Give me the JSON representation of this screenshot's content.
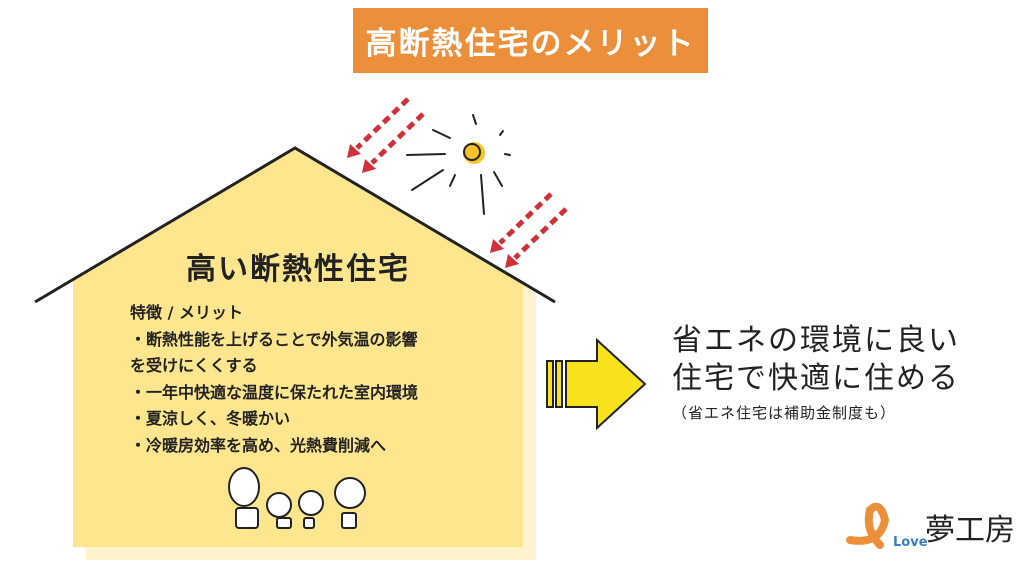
{
  "title": "高断熱住宅のメリット",
  "house": {
    "title": "高い断熱性住宅",
    "features_heading": "特徴 / メリット",
    "features": [
      "・断熱性能を上げることで外気温の影響",
      "を受けにくくする",
      "・一年中快適な温度に保たれた室内環境",
      "・夏涼しく、冬暖かい",
      "・冷暖房効率を高め、光熱費削減へ"
    ]
  },
  "result": {
    "line1": "省エネの環境に良い",
    "line2": "住宅で快適に住める",
    "note": "（省エネ住宅は補助金制度も）"
  },
  "logo": {
    "text": "Love",
    "kanji": "夢工房"
  },
  "colors": {
    "banner": "#ec8f3a",
    "house": "#fde68e",
    "shadow": "#fdf3cc",
    "arrow": "#f7e21b",
    "heat": "#d0303a"
  }
}
